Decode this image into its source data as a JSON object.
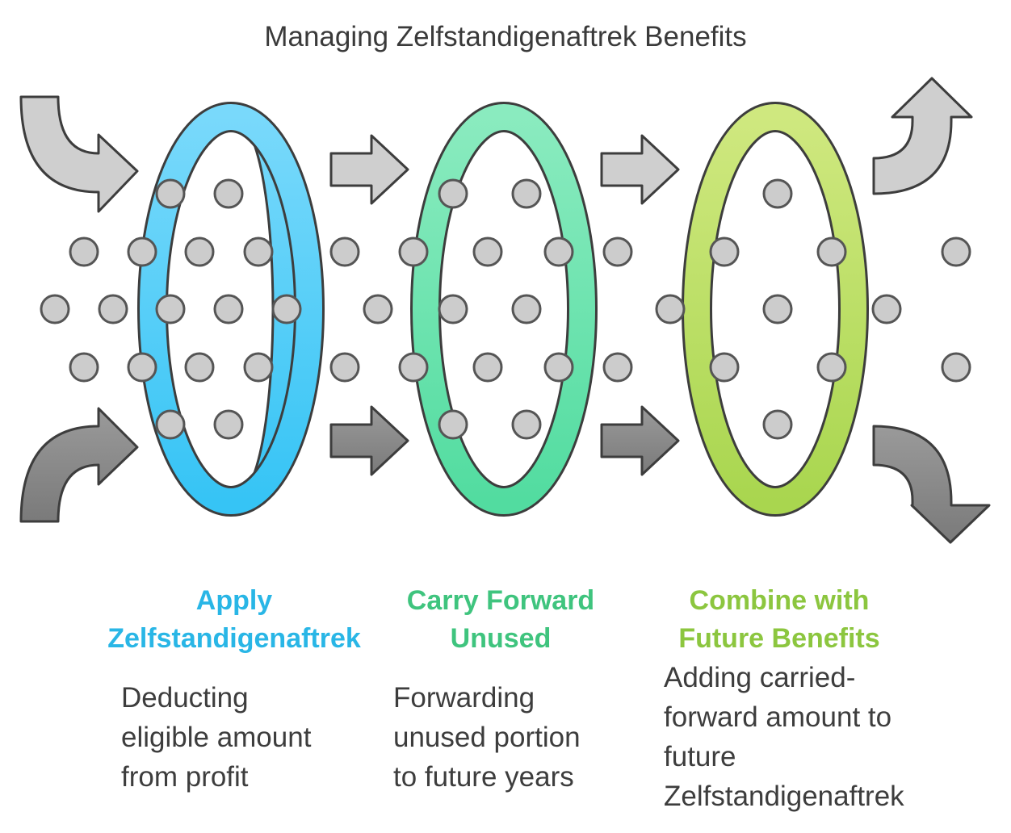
{
  "title": "Managing Zelfstandigenaftrek Benefits",
  "steps": [
    {
      "heading_line1": "Apply",
      "heading_line2": "Zelfstandigenaftrek",
      "desc": [
        "Deducting",
        "eligible amount",
        "from profit"
      ],
      "color": "#29b6e6"
    },
    {
      "heading_line1": "Carry Forward",
      "heading_line2": "Unused",
      "desc": [
        "Forwarding",
        "unused portion",
        "to future years"
      ],
      "color": "#3fc47e"
    },
    {
      "heading_line1": "Combine with",
      "heading_line2": "Future Benefits",
      "desc": [
        "Adding carried-",
        "forward amount to",
        "future",
        "Zelfstandigenaftrek"
      ],
      "color": "#8cc63f"
    }
  ],
  "colors": {
    "ring_blue": "#5fd0f8",
    "ring_green": "#6ee3ab",
    "ring_lime": "#bfe16a",
    "dot": "#cccccc",
    "arrow_light": "#cfcfcf",
    "arrow_dark": "#8a8a8a"
  }
}
